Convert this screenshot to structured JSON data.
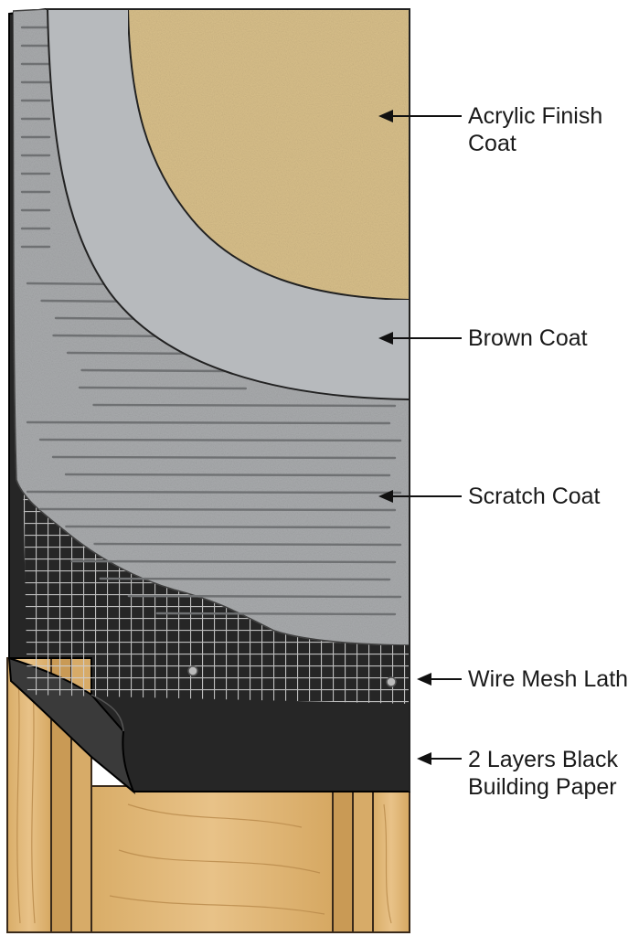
{
  "labels": {
    "acrylic": [
      "Acrylic Finish",
      "Coat"
    ],
    "brown": [
      "Brown Coat"
    ],
    "scratch": [
      "Scratch Coat"
    ],
    "mesh": [
      "Wire Mesh Lath"
    ],
    "paper": [
      "2 Layers Black",
      "Building Paper"
    ]
  },
  "colors": {
    "acrylic": "#d8bf8a",
    "brown": "#b7babd",
    "scratch": "#a9abad",
    "paper": "#262626",
    "wood": "#e0b877",
    "arrow": "#111111"
  }
}
